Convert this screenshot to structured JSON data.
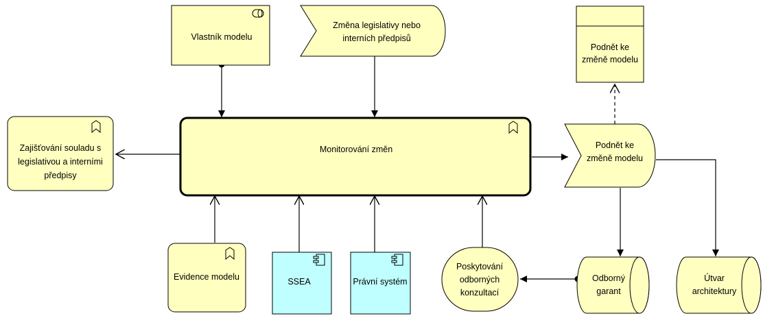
{
  "diagram": {
    "nodes": {
      "vlastnik": {
        "label": [
          "Vlastník modelu"
        ],
        "kind": "business-role",
        "fill": "#ffffc0"
      },
      "zmena": {
        "label": [
          "Změna legislativy nebo",
          "interních předpisů"
        ],
        "kind": "business-event",
        "fill": "#ffffc0"
      },
      "podnet_top": {
        "label": [
          "Podnět ke",
          "změně modelu"
        ],
        "kind": "business-object",
        "fill": "#ffffc0"
      },
      "zajistovani": {
        "label": [
          "Zajišťování souladu s",
          "legislativou a interními",
          "předpisy"
        ],
        "kind": "business-function",
        "fill": "#ffffc0"
      },
      "monitorovani": {
        "label": [
          "Monitorování změn"
        ],
        "kind": "business-function",
        "fill": "#ffffc0"
      },
      "podnet_event": {
        "label": [
          "Podnět ke",
          "změně modelu"
        ],
        "kind": "business-event",
        "fill": "#ffffc0"
      },
      "evidence": {
        "label": [
          "Evidence modelu"
        ],
        "kind": "business-function",
        "fill": "#ffffc0"
      },
      "ssea": {
        "label": [
          "SSEA"
        ],
        "kind": "application-component",
        "fill": "#c0ffff"
      },
      "pravni": {
        "label": [
          "Právní systém"
        ],
        "kind": "application-component",
        "fill": "#c0ffff"
      },
      "poskytovani": {
        "label": [
          "Poskytování",
          "odborných",
          "konzultací"
        ],
        "kind": "business-service",
        "fill": "#ffffc0"
      },
      "odborny": {
        "label": [
          "Odborný",
          "garant"
        ],
        "kind": "business-role",
        "fill": "#ffffc0"
      },
      "utvar": {
        "label": [
          "Útvar",
          "architektury"
        ],
        "kind": "business-role",
        "fill": "#ffffc0"
      }
    }
  }
}
